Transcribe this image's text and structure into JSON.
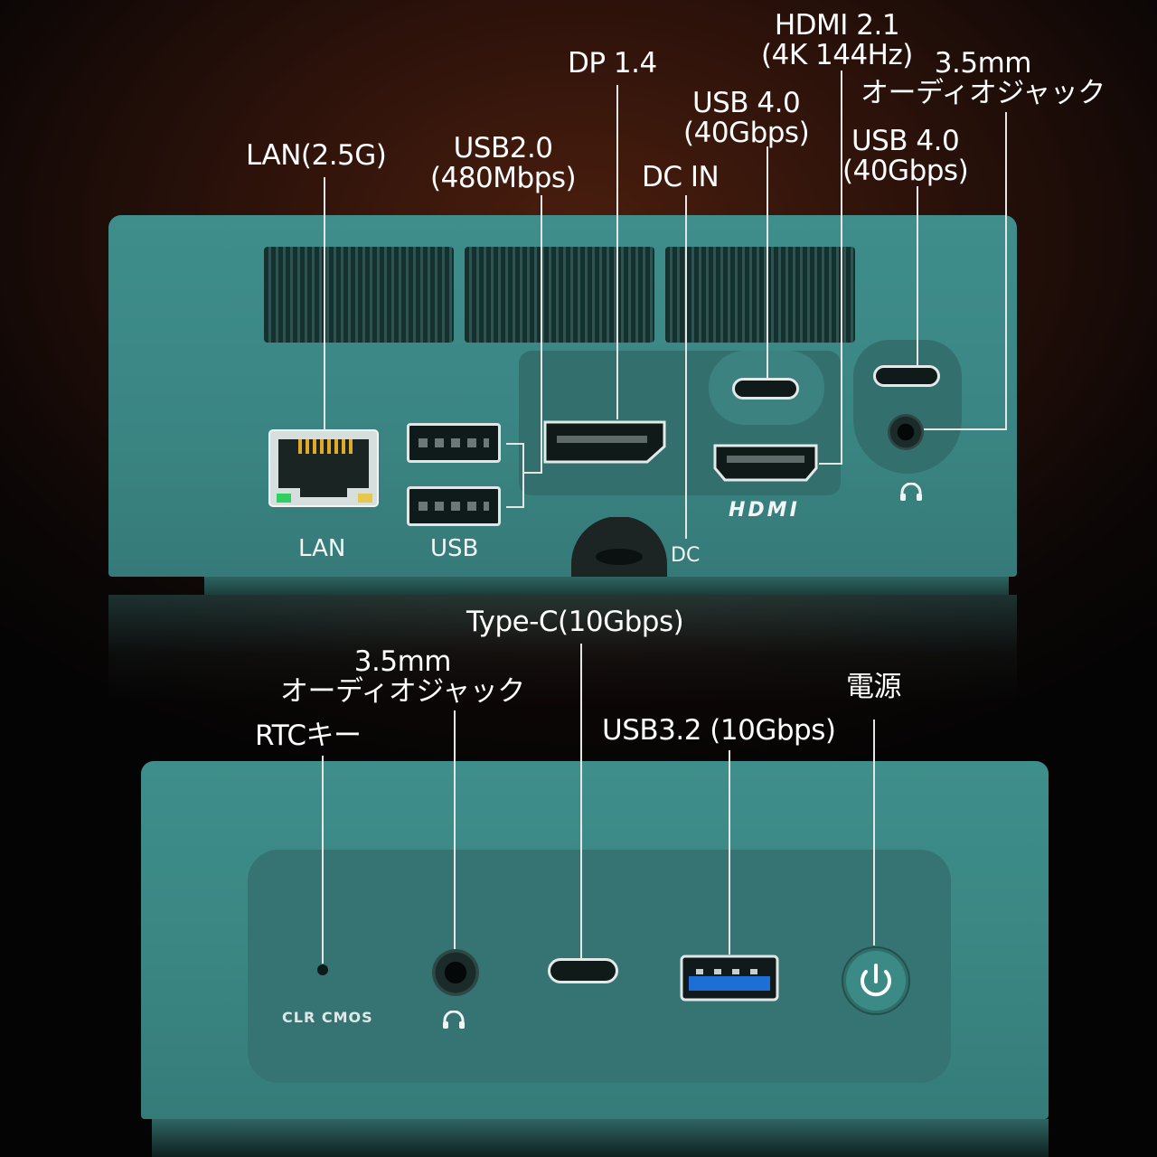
{
  "back_panel": {
    "callouts": {
      "lan": "LAN(2.5G)",
      "usb2": [
        "USB2.0",
        "(480Mbps)"
      ],
      "dp": "DP 1.4",
      "dc_in": "DC IN",
      "usb4_left": [
        "USB 4.0",
        "(40Gbps)"
      ],
      "hdmi": [
        "HDMI 2.1",
        "(4K 144Hz)"
      ],
      "audio": [
        "3.5mm",
        "オーディオジャック"
      ],
      "usb4_right": [
        "USB 4.0",
        "(40Gbps)"
      ]
    },
    "port_labels": {
      "lan": "LAN",
      "usb": "USB",
      "dc": "DC",
      "hdmi_logo": "HDMI"
    }
  },
  "front_panel": {
    "callouts": {
      "type_c": "Type-C(10Gbps)",
      "audio": [
        "3.5mm",
        "オーディオジャック"
      ],
      "rtc": "RTCキー",
      "usb32": "USB3.2 (10Gbps)",
      "power": "電源"
    },
    "port_labels": {
      "clr_cmos": "CLR  CMOS"
    }
  },
  "colors": {
    "device_teal": "#3e8e8b",
    "usb3_blue": "#1c6fd4",
    "background": "#2a110a"
  },
  "icons": [
    "lan-port-icon",
    "usb-a-port-icon",
    "displayport-icon",
    "dc-jack-icon",
    "usb-c-port-icon",
    "hdmi-port-icon",
    "headphone-icon",
    "power-icon"
  ]
}
